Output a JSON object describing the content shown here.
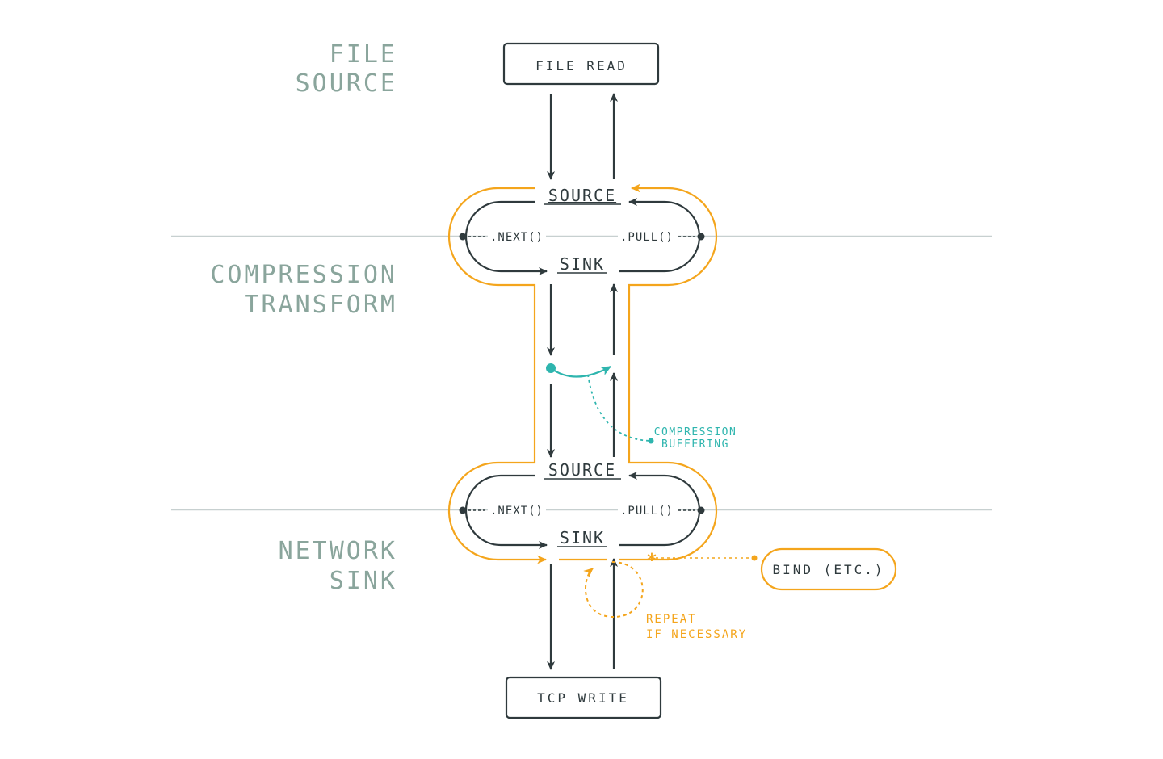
{
  "sections": {
    "file_source": [
      "FILE",
      "SOURCE"
    ],
    "compression_transform": [
      "COMPRESSION",
      "TRANSFORM"
    ],
    "network_sink": [
      "NETWORK",
      "SINK"
    ]
  },
  "boxes": {
    "file_read": "FILE READ",
    "tcp_write": "TCP WRITE",
    "bind": "BIND (ETC.)"
  },
  "nodes": {
    "upper": {
      "source": "SOURCE",
      "sink": "SINK",
      "next": ".NEXT()",
      "pull": ".PULL()"
    },
    "lower": {
      "source": "SOURCE",
      "sink": "SINK",
      "next": ".NEXT()",
      "pull": ".PULL()"
    }
  },
  "annotations": {
    "compression_buffering": [
      "COMPRESSION",
      "BUFFERING"
    ],
    "repeat": [
      "REPEAT",
      "IF NECESSARY"
    ],
    "asterisk": "*"
  },
  "colors": {
    "dark": "#2f3a3d",
    "orange": "#f4a51c",
    "teal": "#2eb5ae",
    "label_green": "#8aa59c",
    "divider": "#c7d0d0"
  }
}
